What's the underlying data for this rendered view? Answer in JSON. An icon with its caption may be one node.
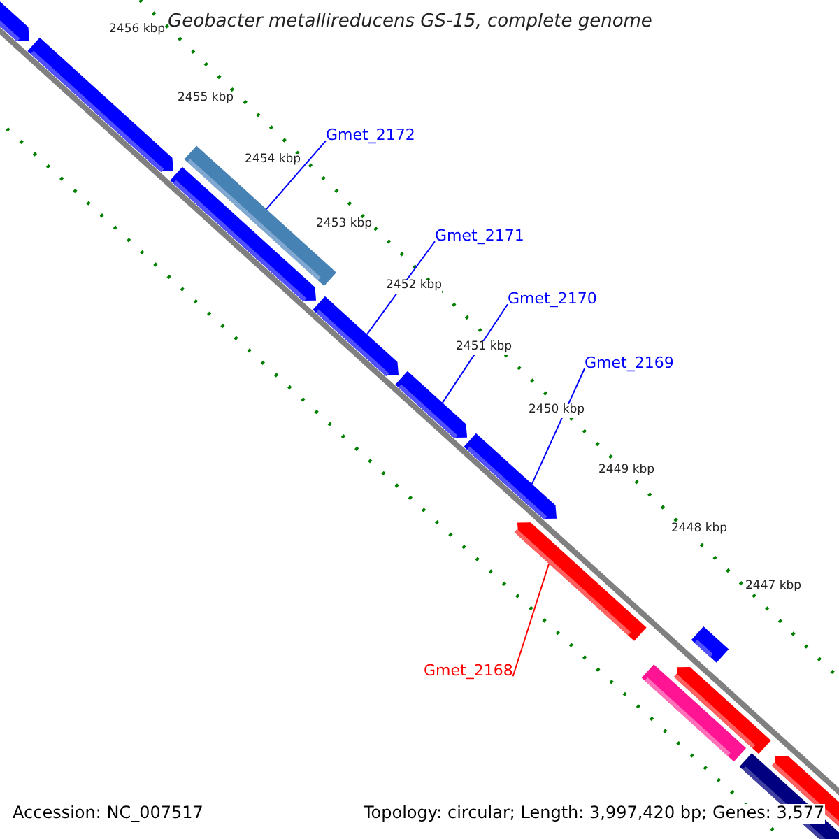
{
  "diagram": {
    "title": "Geobacter metallireducens GS-15, complete genome",
    "nodes": [
      {
        "text": [],
        "shape": "arrow"
      },
      {
        "text": [],
        "shape": "arrow"
      },
      {
        "text": [
          "Gmet_2172"
        ]
      },
      {
        "text": [],
        "shape": "bar"
      },
      {
        "text": [],
        "shape": "arrow"
      },
      {
        "text": [
          "Gmet_2171"
        ]
      },
      {
        "text": [],
        "shape": "arrow"
      },
      {
        "text": [
          "Gmet_2170"
        ]
      },
      {
        "text": [],
        "shape": "arrow"
      },
      {
        "text": [
          "Gmet_2169"
        ]
      },
      {
        "text": [],
        "shape": "arrow"
      },
      {
        "text": [
          "Gmet_2168"
        ]
      },
      {
        "text": [],
        "shape": "arrow"
      },
      {
        "text": [],
        "shape": "bar"
      },
      {
        "text": [],
        "shape": "arrow"
      },
      {
        "text": [],
        "shape": "arrow"
      },
      {
        "text": [],
        "shape": "arrow"
      },
      {
        "text": [],
        "shape": "arrow"
      }
    ],
    "edges": [
      {
        "from": 2,
        "to": 3,
        "arrow": "none"
      },
      {
        "from": 5,
        "to": 6,
        "arrow": "none"
      },
      {
        "from": 7,
        "to": 8,
        "arrow": "none"
      },
      {
        "from": 9,
        "to": 10,
        "arrow": "none"
      },
      {
        "from": 11,
        "to": 12,
        "arrow": "none",
        "color": "#ff0000"
      }
    ],
    "labels": [
      "2456 kbp",
      "2455 kbp",
      "2454 kbp",
      "2453 kbp",
      "2452 kbp",
      "2451 kbp",
      "2450 kbp",
      "2449 kbp",
      "2448 kbp",
      "2447 kbp",
      "Accession: NC_007517",
      "Topology: circular; Length: 3,997,420 bp; Genes: 3,577"
    ]
  }
}
